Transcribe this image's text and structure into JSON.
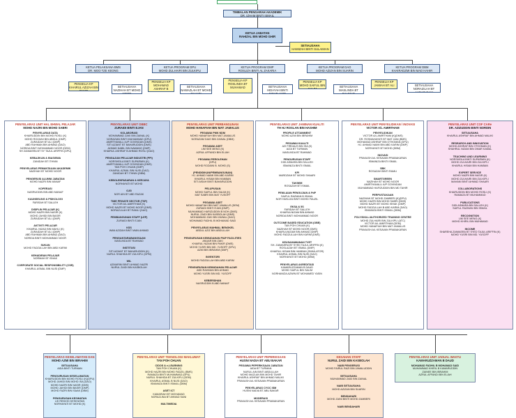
{
  "top": {
    "title": "TIMBALAN PENGARAH AKADEMIK",
    "name": "DR. IZHAM BINTI ISMAIL"
  },
  "ketua": {
    "title": "KETUA JABATAN",
    "name": "RAHIZAL BIN MOHD GHIR"
  },
  "setiausaha": {
    "title": "SETIAUSAHA",
    "name": "HAMIZAH BINTI SULAIMAN"
  },
  "programs": [
    {
      "title": "KETUA PELAKSANA BMS",
      "name": "DR. MOO TZE KEONG"
    },
    {
      "title": "KETUA PROGRAM DPU",
      "name": "MOHD ZULHAIRI BIN ZULKIPLI"
    },
    {
      "title": "KETUA PROGRAM DMP",
      "name": "ROSLIZA BINTI AL ZAKARIA"
    },
    {
      "title": "KETUA PROGRAM DAO",
      "name": "MOHD AZIZAN BIN SUARIN"
    },
    {
      "title": "KETUA PROGRAM DBM",
      "name": "KHAIRADZMI BIN MAD HAHIR"
    }
  ],
  "sub": [
    {
      "title": "PENSELIA KP",
      "name": "KHAIRUL AZIZAH BIN PAKIR"
    },
    {
      "title": "SETIAUSAHA",
      "name": "NAZIHAH BT MOHD NOOR"
    },
    {
      "title": "PENSELIA KP",
      "name": "MOHAMAD ASHRAF B OTHOMAN"
    },
    {
      "title": "SETIAUSAHA",
      "name": "NAWAZLAH BT MOHD ZAHARI"
    },
    {
      "title": "PENSELIA KP",
      "name": "ROSLINDA BT MUHAMAD"
    },
    {
      "title": "SETIAUSAHA",
      "name": "HIDAYAH BINTI MOHD AMIR"
    },
    {
      "title": "PENSELIA KP",
      "name": "MOHD SAIFUL BIN SALIM"
    },
    {
      "title": "SETIAUSAHA",
      "name": "MASLINDA BT RAHMAD"
    },
    {
      "title": "PENSELIA KP",
      "name": "JAMIAH BT ALI"
    },
    {
      "title": "SETIAUSAHA",
      "name": "NORAZILAH BT AHMAD BAKI"
    }
  ],
  "columns": [
    {
      "head": "PENYELARAS UNIT HAL EHWAL PELAJAR",
      "name": "MOHD NAZRI BIN MOHD SABRI",
      "lines": [
        "PENYELARAS DATA",
        "KHAIRUDDIN BIN MOHD ROSLI (K)",
        "MOHD ROZAINI BIN ABDUL (DMP)",
        "ZURAIDAH BT ALI (DMP)",
        "ABD RAHMAN BIN AHMAD (DAO)",
        "NORIDA BINTI MOHAMMAD NOOR (DEM)",
        "SH ZAIMASRA BT SY TAJUL ARIFFIN (DPU)",
        "",
        "KEBAJIKAN & BIASISWA",
        "ZANIDAH BT ITHNIN",
        "",
        "PENYELARAS PEMANTAUAN AKADEMIK",
        "NAZIHAH BT MOHD NOOR",
        "",
        "PENGERUSI ALUMNI JABATAN",
        "MOHD NAZRI BIN MANAF",
        "",
        "KOPERASI",
        "NASRUDDIN BIN ABD MANAF",
        "",
        "KAUNSELING & PSIKOLOGI",
        "FARISAH BT SALLEH",
        "",
        "DISIPLIN PELAJAR (K)",
        "MOHD NAZRI BIN NASIR (K)",
        "MOHD JAHIDI BIN BASIR",
        "ZURAIDAH BT ALI (DMP)",
        "",
        "AKTIVITI PELAJAR",
        "KHAIRUL NIZAD BIN MAHLI (K)",
        "ZURAIDAH BT ALI (DMP)",
        "ABD RAHMAN BIN AHMAD (DAO)",
        "NORIDA BINTI MOHAMMAD NOOR",
        "",
        "SUKAN",
        "MOHD FADZULLAH BIN ABD KARIM",
        "",
        "KEHADIRAN PELAJAR",
        "NORMAH BT ISHAK",
        "",
        "CORPORATE SOCIAL RESPONSIBILITY (CSR)",
        "KHAIRUL ASMAL BIN NUSI (DMP)"
      ]
    },
    {
      "head": "PENYELARAS UNIT OBBC",
      "name": "ZURAIDI BINTI EJAN",
      "lines": [
        "KOLABORASI",
        "MOHAMMAD ZAKI BIN ZAINAL (K)",
        "NORAZIAN BINTI MUHAMMAD (DPU)",
        "AMIRTHAVALLI A/P GOVINDAN (DMS)",
        "SITI AZIANT BT BAHARUDDIN (DMS)",
        "AHMAD NABIL BIN NAWANG (DMP)",
        "KHAIRUL ASHRAF B AHMAD ROSLI (DAO)",
        "",
        "PENGAJIAN PELAJAR INDUSTRI (PPI)",
        "NORSHEILA BINTI SUPARMIN (K)",
        "AMIRTHAVALLI A/P GOVINDAN (DMS)",
        "TAN POH CHUAN (DMP)",
        "KHAIRUL AZMAL BIN NUSI (DAO)",
        "ZANIDAH BT ITHNIN (DBM)",
        "",
        "KEBOLEHPASARAN & KERJAYA",
        "NORHAYATI BT MOHD",
        "",
        "OJG",
        "NOR AIN BT ABD RAZAK",
        "",
        "TIME PRIVATE SECTOR (TSP)",
        "VICTOR A/L AMIRTHAM (K)",
        "MOHD NAZRI BT MOHD NOOR (DMS)",
        "NORAZLILAH BT RAMLI (DAO)",
        "",
        "PEMBANGUNAN STAFF (LEP)",
        "ZURAIDI BINTI EJAN",
        "",
        "KSS",
        "WAN AZIZAH BINTI WAN AHMAD",
        "",
        "PENGANTARABANGSAAN",
        "MASLINDA BT RAHMAD",
        "",
        "INSTITUSI",
        "SITI AZIANT BT BAHARUDDIN (K)",
        "NURUL SHAHIDA BT ZULKIFLI (DPM)",
        "",
        "WIL",
        "AZMARINI BINTI AHMAD NAZRI",
        "NURUL ZAIDI BIN KASBOLAH"
      ]
    },
    {
      "head": "PENYELARAS UNIT PERBANGUNAN",
      "name": "MOHD HANAFIAH BIN MAT JAMALUS",
      "lines": [
        "PEGAWAI PMK NDM",
        "MOHD HANAFIAH BIN MAT JAMALUS",
        "NORAZAM DAIO BIN ZAINAL (DBM)",
        "",
        "PEGAWAI ASET",
        "LIM SEE MENG (K)",
        "AZRUL AFFANDI BIN ELIAH",
        "",
        "PEGAWAI PEROLEHAN",
        "(DPU)",
        "MOHD ROZAINI B. MOHD (S)",
        "",
        "(PENDIDIKAN/PEMBANGUNAN)",
        "HJ. AHMAD NAIMI BIN ABD KARIM",
        "KHAIRUL HISAM BIN HANBAN",
        "SITI AISAH BINTI BAHARUDDIN",
        "",
        "PELUPUSAN",
        "MOHD SAIFUL BIN SALIM (K)",
        "MAT SABRI BIN MAT YUSOFF",
        "",
        "PEGAWAI ASET",
        "MOHD HANAFIAH BIN MAT JAMALUS (DEM)",
        "ZURAIDI BINTI EJAN (DMP)",
        "MUHAMMAD HARIZUDDIN B NOH (DMS)",
        "NURUL ZAIDI BIN KASBOLAH (DMS)",
        "MOHAMMAD ZAKI BIN ZAINAL (DAO)",
        "MOHAMAD FADHIL B MOHAMAD SAID",
        "",
        "PENYELARAS MAHMAL BENGKEL",
        "ABDUL AZIZ BIN ABDULLAH",
        "",
        "PENGURUSAN KEMUDAHAN PI&P FACILITIES",
        "ANUAR BIN ZAKI",
        "KHAIRUL NIZAM BIN PAKIR (DMS)",
        "MOHD YUSRI BIN MD. YUSOFF (DPU)",
        "AZMI BIN IBRAHIM (DMP)",
        "",
        "INVENTORI",
        "MOHD FADZULLAH BIN ABD KARIM",
        "",
        "PENGURUSAN KEMUDAHAN PELAJAR",
        "ABD RAHMAN BIN AHMAD",
        "MOHD YUSRI BIN MD. YUSOFF",
        "",
        "KEBERSIHAN",
        "NASRUDDIN B ABD MANAF"
      ]
    },
    {
      "head": "PENYELARAS UNIT JAMINAN KUALITI",
      "name": "TH HJ ROSLAN BIN HASHIM",
      "lines": [
        "PROFILE ATTAINMENT",
        "MOHD AZMI BIN IBRAHIM",
        "",
        "PEGAWAI KUALITI",
        "AZI FIRDAUS BIN ISA (K)",
        "AIZA BT TURMAN",
        "MASLINDA BT RAHMAD",
        "",
        "PENGURUSAN STAFF",
        "DIDI ASMARA BIN SALLEH",
        "ISMANIZA BINTI ISMAIL",
        "",
        "KPI",
        "MARDZIAH BT MOHD SHAARI",
        "",
        "TAKWIM",
        "ROSAZAH BT ISMAIL",
        "",
        "PENILAIAN PENGUJIAN & PdP",
        "SAIFUL RAZMAN B ISMAIL",
        "NOR HASLIZA BINTI MOHD FAUZIL",
        "",
        "EKSA & 5S",
        "FARIDAH BT SALLEH",
        "KHAIRULNIZAM BIN AHMAD",
        "NORIDA BINTI MOHAMMAD NOOR",
        "",
        "OUTCOME BASED EDUCATION (OBE)",
        "TAN POH CHUAN (K)",
        "NAZIHAH BT MOHD NOOR (DMS)",
        "KHAIRULNIZAM BIN AHMAD (DMP)",
        "MOHD FADZULLAH BIN KARIM (DMS)",
        "",
        "KEUSAHAWANAN TVET",
        "SH. ZAIMASRA BT SYED TAJUL ARIFFIN (K)",
        "ROSLAZAH BT ISMAIL (DMP)",
        "KHAIRUL HISAM BIN HANBAN (SIMULATOR)",
        "KHAIRUL ASMAL BIN NUSI (DAO)",
        "NORHAYATI BT MOHD (DBM)",
        "",
        "PENYELARAS AKREDITASI",
        "KAMARUZZAMAN B DAUD",
        "MOHD SAIFUL BIN SALIM",
        "NORHANIZA AZWIN BT MOHAMED YASIN"
      ]
    },
    {
      "head": "PENYELARAS UNIT PENYELIDIKAN / INOVASI",
      "name": "VICTOR A/L AMIRTHAM",
      "lines": [
        "PENYELIDIKAN",
        "VICTOR A/L AMIRTHAM (K)(DMS)",
        "DR. ROSMAHAYATI BT MAT JANI (BMS)",
        "MOHAMAD ASHRAF BIN OTHOMAN (DPU)",
        "HJ. AHMAD NAIMI BIN ABD KARIM (DMP)",
        "NORHAYATI BT MOHD (DBM)",
        "",
        "INOVASI",
        "PRAKASH A/L KESAVAN PRABAKARAN",
        "ISMANIZA BINTI ISMAIL",
        "",
        "SBK",
        "ROSAZAH BINTI RAMLI",
        "",
        "SMARTGREEN",
        "NAZIHAH BT MOHD NOOR",
        "AMIRTHAVALLI A/P GOVINDAN",
        "MUHAMMAD HAFIZUDDIN BIN MD TAHIR",
        "",
        "PERPUSTAKAAN",
        "NAZIHAH BT MOHD ZAMBERI (K)(DPU)",
        "MOHD HAZRI BIN MOHD SABRI (DMS)",
        "MOHD NAZRI BT MOHD ISHAK (DMP)",
        "MOHD FADZULLAH B ABD KARIM (DAO)",
        "ISMANIZA BINTI ISMAIL (DBM)",
        "",
        "POLY/SKILL/AUTHORIZED TRAINING CENTRE",
        "MOHD ZULHAIRI BIN ZULKIPLI (ATC)",
        "VICTOR A/L AMIRTHAM (DEM)",
        "MOHD HANAFIAH BIN MAT JAMALUS",
        "PRAKASH A/L KESAVAN PRABAKARAN"
      ]
    },
    {
      "head": "PENYELARAS UNIT COF CARe",
      "name": "DR. AZIZUDDIN BINTI NORDIN",
      "lines": [
        "SETIAUSAHA",
        "KHAIRUL ASHRAF BIN AHMAD MALIKI",
        "",
        "RESEARCH AND INNOVATION",
        "MOHD ASHRAF BIN OTHOMAN (K)",
        "SHAHRUL NIZAM BIN OMAR KAMAL",
        "",
        "TEACHING AND LEARNING",
        "NORSHEILA BINTI SUPARMIN (K)",
        "MOHD ZULHAIRI BIN ZULKIPLI",
        "KHAIRUL HISAM BIN HANBAN",
        "",
        "EXPERT SERVICE",
        "MOHD NAZRI BIN NASIR (K)",
        "MOHD ZULHAIRI BIN ZULKIPLI",
        "MAHANI BINTI AHMAD SHAARI",
        "",
        "COLLABORATIONS",
        "KHAIRUDDIN BIN MOHD ROSLI (K)",
        "RAMAIZA BT MUHAMMAD",
        "",
        "PUBLICATIONS",
        "DIDI ASMARA BIN SALLEH (K)",
        "SAIFUL RAZMAN BIN ISMAIL",
        "",
        "RECOGNITION",
        "LIM SEE MENG (K)",
        "MOHD KHIRIL BIN MUHAMAD",
        "",
        "INCOME",
        "SHAREHA ZAIMASRA BT SYED TAJUL ARIFFIN (K)",
        "MOHD YUSRI BIN MD. YUSOFF"
      ]
    }
  ],
  "bottom": [
    {
      "head": "PENYELARAS KESELAMATAN DAN KESIHATAN",
      "name": "MOHD AZMI BIN IBRAHIM",
      "lines": [
        "SETIAUSAHA",
        "AIDA BINTI TURMAN",
        "",
        "PENGURUSAN KESELAMATAN",
        "KHAIRUDDIN BIN MOHD ROSLI (K)(DPU)",
        "MOHD JAHIDI BIN MOHD ISA (DAO)",
        "MOHD NAZRI BIN NASIR (DMS)",
        "MOHD JAHIDI BIN BASIR (DMP)",
        "MOHD FAZRI BIN ISAAK (DBM)",
        "",
        "PENGURUSAN KESIHATAN",
        "LIK REDIOD KESIHATAN",
        "NORHAYATI BT MOHD (K)"
      ]
    },
    {
      "head": "PENYELARAS UNIT TEKNOLOGI MAKLUMAT",
      "name": "TAN POH CHUAN",
      "lines": [
        "CIDOS & e-LEARNING",
        "TAN POH CHUAN (K)",
        "MOHD HAZRI BIN MOHD FADZIL (BMS)",
        "RAMAIZA BINTI MUHAMMAD (DPU)",
        "NURUL SHAHIDA BT ZULKIFLI (DEM)",
        "KHAIRUL ASMAL B NUSI (DAO)",
        "ISMANIZA BINTI ISMAIL (DBM)",
        "",
        "ASET ICT",
        "KAMARIAH BT MOHAMAD",
        "NORAZLINA BT AHMAD SANI",
        "",
        "MULTIMEDIA"
      ]
    },
    {
      "head": "PENYELARAS UNIT PEPERIKSAAN",
      "name": "HUSNI NADIA BT ABU BAKAR",
      "lines": [
        "PEGAWAI PEPERIKSAAN JABATAN",
        "AIDA BT TURMAN",
        "NURUL AIN BINTI ABDULLAH",
        "MOHD MAZLAN BIN MOHD TAHIR",
        "KHAIRUL ASHRAF BIN AHMAD MALIKI",
        "PRAKASH A/L KESAVAN PRABAKARAN",
        "",
        "PENYELARAS CYOC ISM",
        "HUSNI NADIA BT ABU BAKAR",
        "",
        "MODERASI",
        "PRAKASH A/L KESAVAN PRABAKARAN"
      ]
    },
    {
      "head": "KESAHAN STAFF",
      "name": "NURUL ZAIDI BIN KASBOLAH",
      "lines": [
        "NAIB PENGERUSI",
        "MOHD FAIRUL RAZI BIN JAMALUDDIN",
        "",
        "SETIAUSAHA",
        "MUHAMMAD ZAID BIN ZAINAL",
        "",
        "NAIB SETIAUSAHA",
        "MOHD AZIZAN BIN SUARIN",
        "",
        "BENDAHARI",
        "MOHD ZAINI BINTI MOHD ZAMBERI",
        "",
        "NAIB BENDAHARI"
      ]
    },
    {
      "head": "PENYELARAS UNIT JADUAL WAKTU",
      "name": "KAMARUZZAMAN B DAUD",
      "lines": [
        "MOHAMAD FADHIL B MOHAMAD SAID",
        "MUHAMMAD KHIRIL B KAMARUDDIN",
        "ZAINEE BIN IBRAHIM",
        "AZRUL AFFANDI BIN ELIAH"
      ]
    }
  ],
  "colors": {
    "top_fill": "#d9e7f5",
    "ketua_fill": "#bcd4ee",
    "setiausaha_fill": "#fff38a",
    "program_fill": "#dbe7f6",
    "sub_fill": "#fff6a8",
    "col_fills": [
      "#ffffff",
      "#c9d6ee",
      "#fde6cf",
      "#ffffff",
      "#ffffff",
      "#fbe0f2"
    ],
    "bottom_fills": [
      "#d6ecfb",
      "#fff8d6",
      "#ffffff",
      "#fde5d0",
      "#d8f2df"
    ]
  }
}
